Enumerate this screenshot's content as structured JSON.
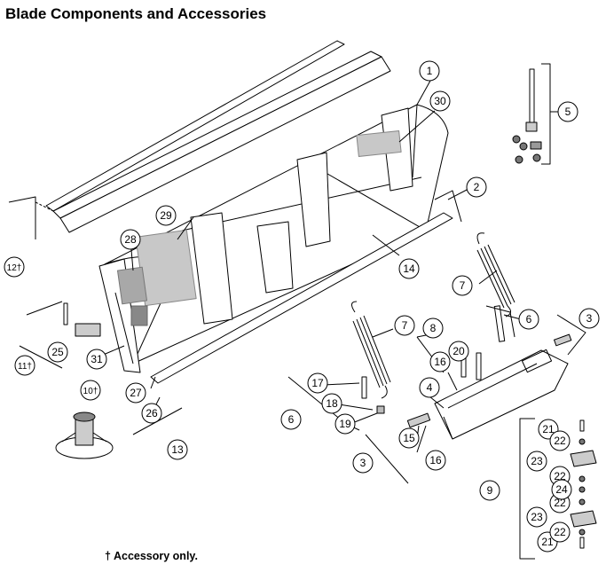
{
  "header": {
    "title": "Blade Components and Accessories"
  },
  "footnote": "† Accessory only.",
  "callouts": [
    {
      "id": "c1",
      "label": "1"
    },
    {
      "id": "c2",
      "label": "2"
    },
    {
      "id": "c3a",
      "label": "3"
    },
    {
      "id": "c3b",
      "label": "3"
    },
    {
      "id": "c4",
      "label": "4"
    },
    {
      "id": "c5",
      "label": "5"
    },
    {
      "id": "c6a",
      "label": "6"
    },
    {
      "id": "c6b",
      "label": "6"
    },
    {
      "id": "c7a",
      "label": "7"
    },
    {
      "id": "c7b",
      "label": "7"
    },
    {
      "id": "c8",
      "label": "8"
    },
    {
      "id": "c9",
      "label": "9"
    },
    {
      "id": "c10",
      "label": "10†"
    },
    {
      "id": "c11",
      "label": "11†"
    },
    {
      "id": "c12",
      "label": "12†"
    },
    {
      "id": "c13",
      "label": "13"
    },
    {
      "id": "c14",
      "label": "14"
    },
    {
      "id": "c15",
      "label": "15"
    },
    {
      "id": "c16a",
      "label": "16"
    },
    {
      "id": "c16b",
      "label": "16"
    },
    {
      "id": "c17",
      "label": "17"
    },
    {
      "id": "c18",
      "label": "18"
    },
    {
      "id": "c19",
      "label": "19"
    },
    {
      "id": "c20",
      "label": "20"
    },
    {
      "id": "c21a",
      "label": "21"
    },
    {
      "id": "c21b",
      "label": "21"
    },
    {
      "id": "c22a",
      "label": "22"
    },
    {
      "id": "c22b",
      "label": "22"
    },
    {
      "id": "c22c",
      "label": "22"
    },
    {
      "id": "c22d",
      "label": "22"
    },
    {
      "id": "c23a",
      "label": "23"
    },
    {
      "id": "c23b",
      "label": "23"
    },
    {
      "id": "c24",
      "label": "24"
    },
    {
      "id": "c25",
      "label": "25"
    },
    {
      "id": "c26",
      "label": "26"
    },
    {
      "id": "c27",
      "label": "27"
    },
    {
      "id": "c28",
      "label": "28"
    },
    {
      "id": "c29",
      "label": "29"
    },
    {
      "id": "c30",
      "label": "30"
    },
    {
      "id": "c31",
      "label": "31"
    }
  ]
}
